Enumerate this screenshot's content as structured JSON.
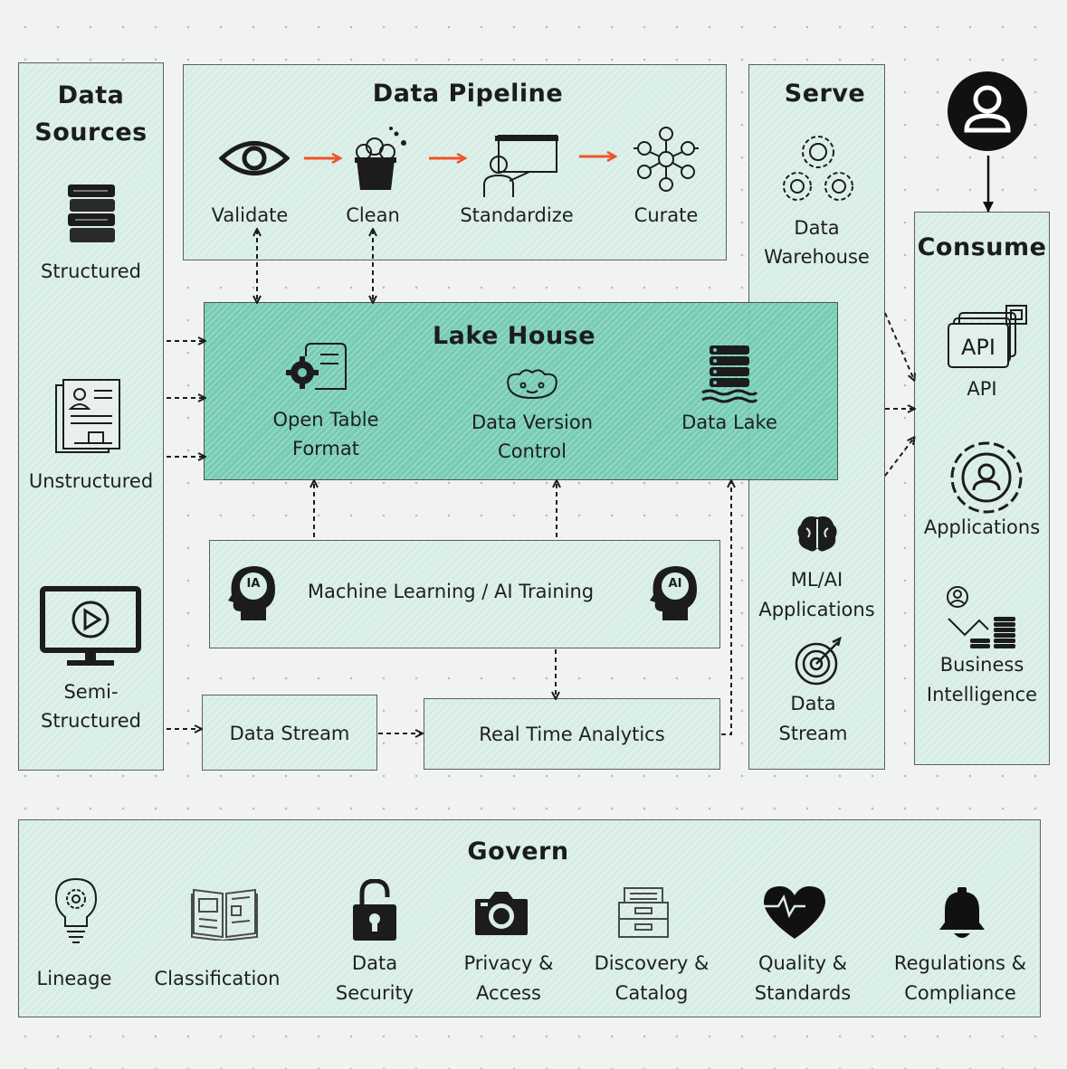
{
  "sources": {
    "title_1": "Data",
    "title_2": "Sources",
    "structured": "Structured",
    "unstructured": "Unstructured",
    "semi_1": "Semi-",
    "semi_2": "Structured"
  },
  "pipeline": {
    "title": "Data Pipeline",
    "steps": [
      "Validate",
      "Clean",
      "Standardize",
      "Curate"
    ]
  },
  "serve": {
    "title": "Serve",
    "warehouse_1": "Data",
    "warehouse_2": "Warehouse",
    "mlai_1": "ML/AI",
    "mlai_2": "Applications",
    "stream_1": "Data",
    "stream_2": "Stream"
  },
  "consume": {
    "title": "Consume",
    "api": "API",
    "api_badge": "API",
    "applications": "Applications",
    "bi_1": "Business",
    "bi_2": "Intelligence"
  },
  "lakehouse": {
    "title": "Lake House",
    "otf_1": "Open Table",
    "otf_2": "Format",
    "dvc_1": "Data Version",
    "dvc_2": "Control",
    "lake": "Data Lake"
  },
  "ml": {
    "label": "Machine Learning / AI Training",
    "badge_left": "IA",
    "badge_right": "AI"
  },
  "stream": {
    "label": "Data Stream"
  },
  "rta": {
    "label": "Real Time Analytics"
  },
  "govern": {
    "title": "Govern",
    "lineage": "Lineage",
    "classification": "Classification",
    "security_1": "Data",
    "security_2": "Security",
    "privacy_1": "Privacy &",
    "privacy_2": "Access",
    "discovery_1": "Discovery &",
    "discovery_2": "Catalog",
    "quality_1": "Quality &",
    "quality_2": "Standards",
    "regulations_1": "Regulations &",
    "regulations_2": "Compliance"
  },
  "colors": {
    "accent_arrow": "#f0532c",
    "box_fill": "#d7ede5",
    "lakehouse_fill": "#6fcab1"
  }
}
